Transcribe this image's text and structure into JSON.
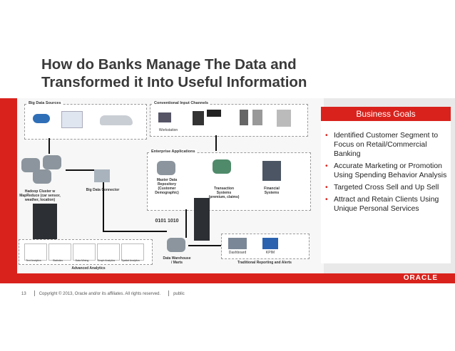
{
  "slide": {
    "title_line1": "How do Banks Manage The Data and",
    "title_line2": "Transformed it Into Useful Information"
  },
  "diagram": {
    "big_data_sources_label": "Big Data Sources",
    "conventional_input_label": "Conventional Input Channels",
    "workstation_label": "Workstation",
    "enterprise_apps_label": "Enterprise Applications",
    "hadoop_label": "Hadoop Cluster w MapReduce (car sensor, weather, location)",
    "connector_label": "Big Data Connector",
    "master_data_label": "Master Data Repository (Customer Demographic)",
    "transaction_label": "Transaction Systems (premium, claims)",
    "financial_label": "Financial Systems",
    "data_warehouse_label": "Data Warehouse / Marts",
    "traditional_label": "Traditional Reporting and Alerts",
    "dashboard_label": "Dashboard",
    "kpi_label": "KPIM",
    "advanced_label": "Advanced Analytics",
    "analytics_items": [
      "Text Analytics",
      "Statistics",
      "Data Mining",
      "Graph Analytics",
      "Spatial Analytics"
    ],
    "bits": "0101 1010"
  },
  "goals": {
    "header": "Business Goals",
    "items": [
      "Identified Customer Segment to Focus on Retail/Commercial Banking",
      "Accurate Marketing or Promotion Using Spending Behavior Analysis",
      "Targeted Cross Sell and Up Sell",
      "Attract and Retain Clients Using Unique Personal Services"
    ]
  },
  "footer": {
    "page_number": "13",
    "copyright": "Copyright © 2013, Oracle and/or its affiliates. All rights reserved.",
    "classification": "public"
  },
  "brand": {
    "logo_text": "ORACLE",
    "accent_color": "#d9221c"
  }
}
